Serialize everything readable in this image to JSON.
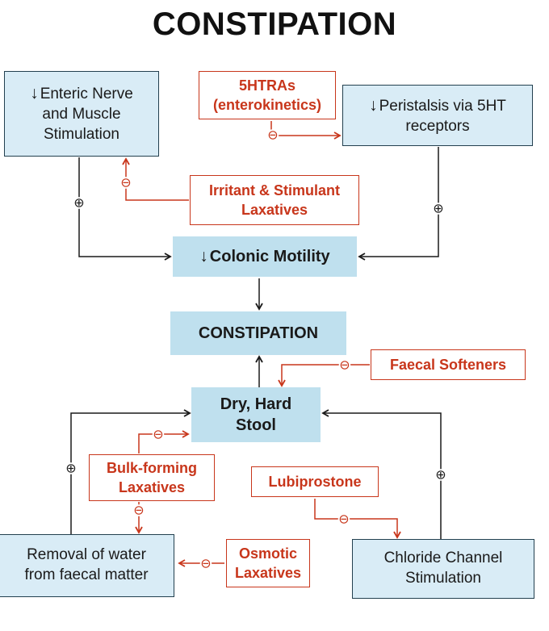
{
  "title": "CONSTIPATION",
  "nodes": {
    "enteric": {
      "arrow": "↓",
      "lines": [
        "Enteric Nerve",
        "and Muscle",
        "Stimulation"
      ]
    },
    "htras": {
      "lines": [
        "5HTRAs",
        "(enterokinetics)"
      ]
    },
    "peristalsis": {
      "arrow": "↓",
      "lines": [
        "Peristalsis via 5HT",
        "receptors"
      ]
    },
    "irritant": {
      "lines": [
        "Irritant & Stimulant",
        "Laxatives"
      ]
    },
    "colonic": {
      "arrow": "↓",
      "lines": [
        "Colonic Motility"
      ]
    },
    "constipation": {
      "lines": [
        "CONSTIPATION"
      ]
    },
    "faecal_softeners": {
      "lines": [
        "Faecal Softeners"
      ]
    },
    "dry_stool": {
      "lines": [
        "Dry, Hard",
        "Stool"
      ]
    },
    "bulk": {
      "lines": [
        "Bulk-forming",
        "Laxatives"
      ]
    },
    "lubiprostone": {
      "lines": [
        "Lubiprostone"
      ]
    },
    "removal": {
      "lines": [
        "Removal of water",
        "from faecal matter"
      ]
    },
    "osmotic": {
      "lines": [
        "Osmotic",
        "Laxatives"
      ]
    },
    "chloride": {
      "lines": [
        "Chloride Channel",
        "Stimulation"
      ]
    }
  },
  "symbols": {
    "plus": "⊕",
    "minus": "⊖"
  },
  "colors": {
    "stimulate": "#1a1a1a",
    "inhibit": "#c8361b",
    "effect_fill": "#d9ecf6",
    "core_fill": "#bfe0ee",
    "drug_border": "#c8361b"
  }
}
